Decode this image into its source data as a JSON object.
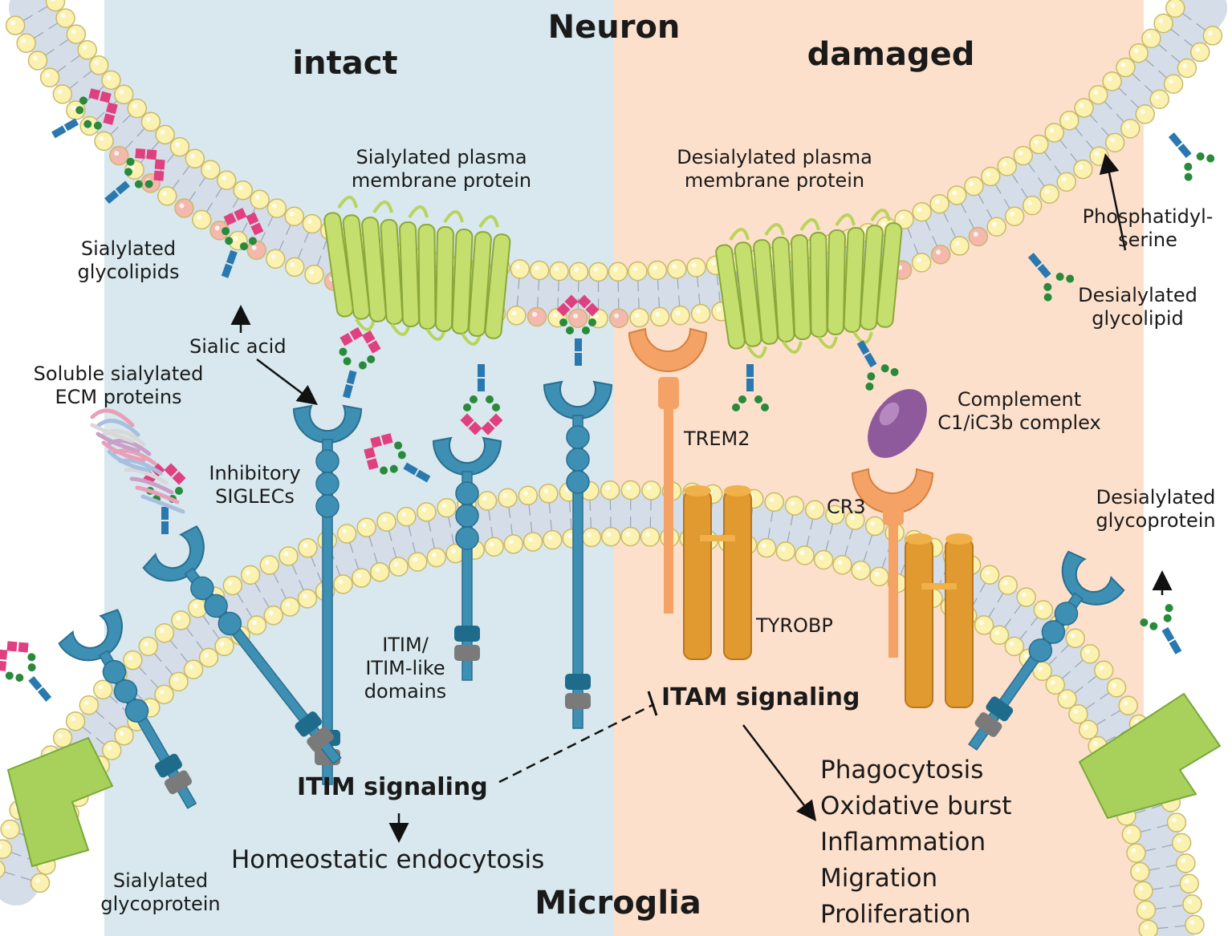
{
  "headers": {
    "neuron": "Neuron",
    "intact": "intact",
    "damaged": "damaged",
    "microglia": "Microglia"
  },
  "labels": {
    "sialylated_pm_protein": [
      "Sialylated plasma",
      "membrane protein"
    ],
    "desialylated_pm_protein": [
      "Desialylated plasma",
      "membrane protein"
    ],
    "sialylated_glycolipids": [
      "Sialylated",
      "glycolipids"
    ],
    "sialic_acid": "Sialic acid",
    "soluble_ecm": [
      "Soluble sialylated",
      "ECM proteins"
    ],
    "inhibitory_siglecs": [
      "Inhibitory",
      "SIGLECs"
    ],
    "itim_domains": [
      "ITIM/",
      "ITIM-like",
      "domains"
    ],
    "trem2": "TREM2",
    "tyrobp": "TYROBP",
    "cr3": "CR3",
    "complement": [
      "Complement",
      "C1/iC3b complex"
    ],
    "phosphatidylserine": [
      "Phosphatidyl-",
      "serine"
    ],
    "desialylated_glycolipid": [
      "Desialylated",
      "glycolipid"
    ],
    "desialylated_glycoprotein": [
      "Desialylated",
      "glycoprotein"
    ],
    "sialylated_glycoprotein": [
      "Sialylated",
      "glycoprotein"
    ]
  },
  "signaling": {
    "itim": "ITIM signaling",
    "itam": "ITAM signaling",
    "homeostatic": "Homeostatic endocytosis",
    "outcomes": [
      "Phagocytosis",
      "Oxidative burst",
      "Inflammation",
      "Migration",
      "Proliferation"
    ]
  },
  "colors": {
    "intact_bg": "#d8e8ee",
    "damaged_bg": "#fde0cc",
    "lipid_head": "#fbf1b0",
    "lipid_tail_band": "#d4dde8",
    "ps_head": "#f4b8ad",
    "membrane_protein": "#c5df6e",
    "siglec": "#3d8fb4",
    "trem2": "#f5a266",
    "tyrobp": "#e19a2f",
    "complement": "#8e5a9c",
    "sialic_acid": "#e0407f",
    "sugar_green": "#2a8a3c",
    "sugar_blue": "#2a78b0",
    "glycoprotein": "#a7d15a"
  }
}
